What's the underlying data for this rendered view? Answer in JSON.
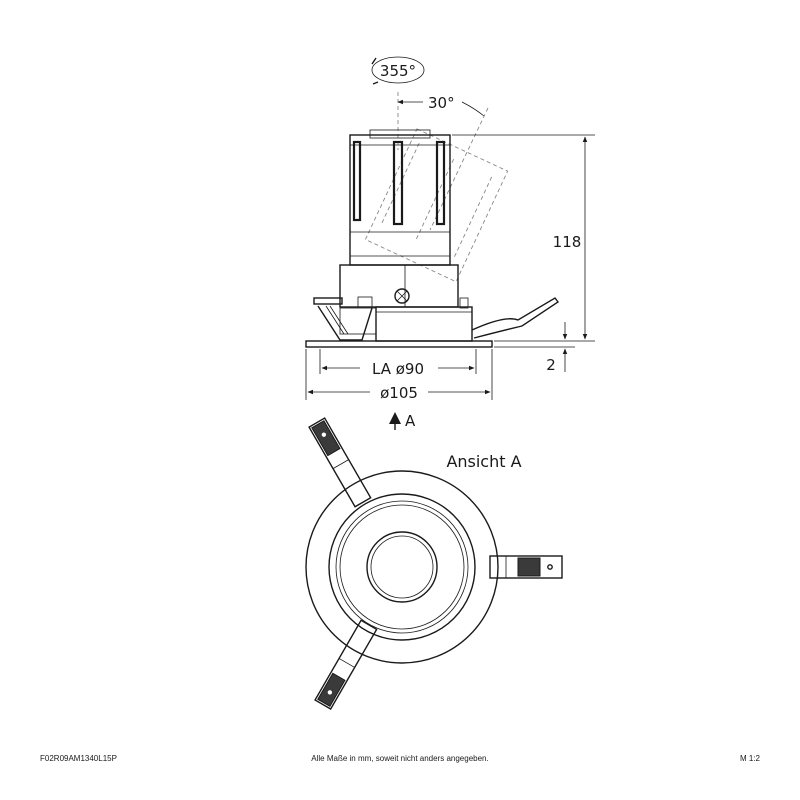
{
  "side_view": {
    "rotation_label": "355°",
    "tilt_label": "30°",
    "height_label": "118",
    "flange_label": "2",
    "cutout_label": "LA ø90",
    "diameter_label": "ø105",
    "view_arrow_label": "A"
  },
  "top_view": {
    "title": "Ansicht A"
  },
  "footer": {
    "article_code": "F02R09AM1340L15P",
    "note": "Alle Maße in mm, soweit nicht anders angegeben.",
    "scale": "M 1:2"
  }
}
